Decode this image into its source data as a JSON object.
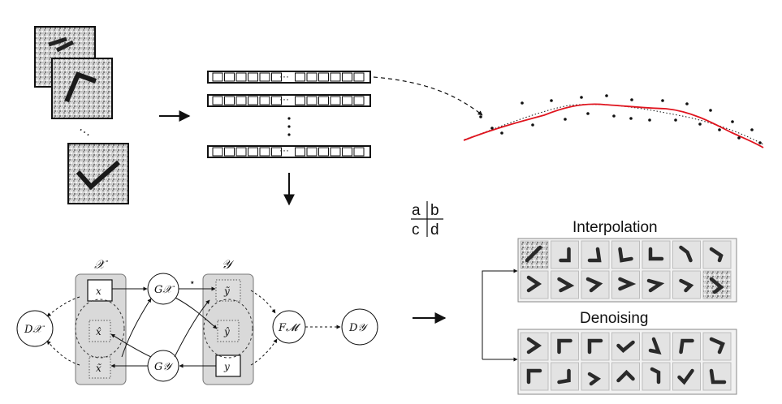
{
  "figure": {
    "grid_legend": {
      "a": "a",
      "b": "b",
      "c": "c",
      "d": "d"
    },
    "panels": {
      "interpolation_title": "Interpolation",
      "denoising_title": "Denoising"
    },
    "graph": {
      "space_x": "𝒳",
      "space_y": "𝒴",
      "node_x": "x",
      "node_x_hat": "x̂",
      "node_x_tilde": "x̃",
      "node_y_tilde": "ỹ",
      "node_y_hat": "ŷ",
      "node_y": "y",
      "g_x": "G𝒳",
      "g_y": "G𝒴",
      "d_x": "D𝒳",
      "d_y": "D𝒴",
      "f_m": "F𝓜",
      "star": "⋆"
    },
    "vector_ellipsis": "···",
    "colors": {
      "curve": "#e0141e",
      "ink": "#111111",
      "panel_bg": "#ececec",
      "tile_bg": "#e4e4e4"
    }
  }
}
